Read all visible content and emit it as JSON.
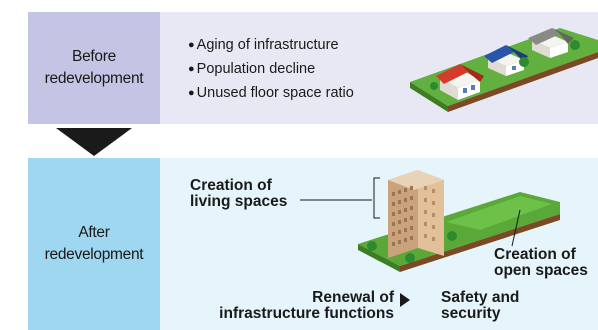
{
  "before": {
    "label": "Before\nredevelopment",
    "issues": [
      "Aging of infrastructure",
      "Population decline",
      "Unused floor space ratio"
    ]
  },
  "after": {
    "label": "After\nredevelopment",
    "living_spaces": "Creation of\nliving spaces",
    "open_spaces": "Creation of\nopen spaces",
    "renewal": "Renewal of\ninfrastructure functions",
    "safety": "Safety and\nsecurity"
  },
  "icons": [
    "down-arrow-icon",
    "right-arrow-icon",
    "house-icon",
    "tower-building-icon",
    "tree-icon"
  ],
  "colors": {
    "before_label_bg": "#c4c4e4",
    "before_panel_bg": "#e8e8f4",
    "after_label_bg": "#9fd6f0",
    "after_panel_bg": "#e6f4fb",
    "grass": "#5aa838",
    "soil": "#7a4a24",
    "tower": "#c9a27a"
  }
}
